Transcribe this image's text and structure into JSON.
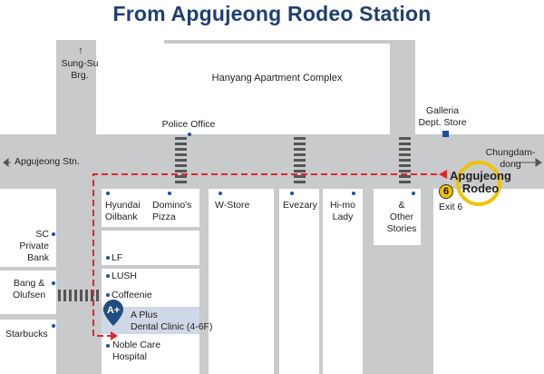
{
  "title": "From Apgujeong Rodeo Station",
  "labels": {
    "sungsu": "Sung-Su\nBrg.",
    "hanyang": "Hanyang Apartment Complex",
    "police": "Police Office",
    "galleria": "Galleria\nDept. Store",
    "apgujeong_stn": "Apgujeong Stn.",
    "chungdam": "Chungdam-\ndong",
    "station_name": "Apgujeong\nRodeo",
    "exit": "Exit 6",
    "exit_no": "6",
    "hyundai": "Hyundai\nOilbank",
    "dominos": "Domino's\nPizza",
    "wstore": "W-Store",
    "evezary": "Evezary",
    "himo": "Hi-mo\nLady",
    "other": "&\nOther\nStories",
    "sc": "SC\nPrivate\nBank",
    "lf": "LF",
    "lush": "LUSH",
    "coffeenie": "Coffeenie",
    "bang": "Bang &\nOlufsen",
    "clinic": "A Plus\nDental Clinic (4-6F)",
    "starbucks": "Starbucks",
    "noble": "Noble Care\nHospital"
  },
  "colors": {
    "title": "#1f3f73",
    "road": "#c9cacc",
    "route": "#e0262b",
    "marker": "#1f4fa0",
    "station_ring": "#f2c200",
    "clinic_highlight": "#cfd8e6"
  },
  "icons": {
    "arrow_up": "↑",
    "clinic_pin": "A+"
  }
}
